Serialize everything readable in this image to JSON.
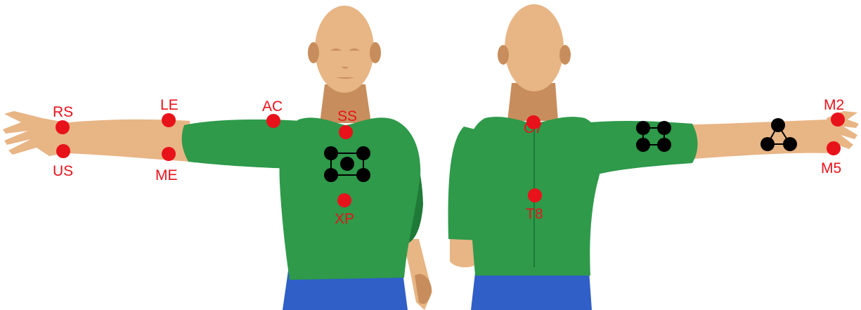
{
  "colors": {
    "background": "#ffffff",
    "skin": "#e8b585",
    "skin_shade": "#c88d5c",
    "shirt": "#2e9a4a",
    "shirt_dark": "#1f7a37",
    "pants": "#2f5fc7",
    "marker": "#e8121b",
    "cluster": "#000000"
  },
  "front_markers": [
    {
      "id": "RS",
      "label": "RS"
    },
    {
      "id": "US",
      "label": "US"
    },
    {
      "id": "LE",
      "label": "LE"
    },
    {
      "id": "ME",
      "label": "ME"
    },
    {
      "id": "AC",
      "label": "AC"
    },
    {
      "id": "SS",
      "label": "SS"
    },
    {
      "id": "XP",
      "label": "XP"
    }
  ],
  "back_markers": [
    {
      "id": "C7",
      "label": "C7"
    },
    {
      "id": "T8",
      "label": "T8"
    },
    {
      "id": "M2",
      "label": "M2"
    },
    {
      "id": "M5",
      "label": "M5"
    }
  ],
  "clusters": [
    {
      "id": "sternum-cluster",
      "icon": "five-marker-square-cluster"
    },
    {
      "id": "upper-arm-cluster",
      "icon": "four-marker-square-cluster"
    },
    {
      "id": "forearm-cluster",
      "icon": "three-marker-triangle-cluster"
    }
  ]
}
